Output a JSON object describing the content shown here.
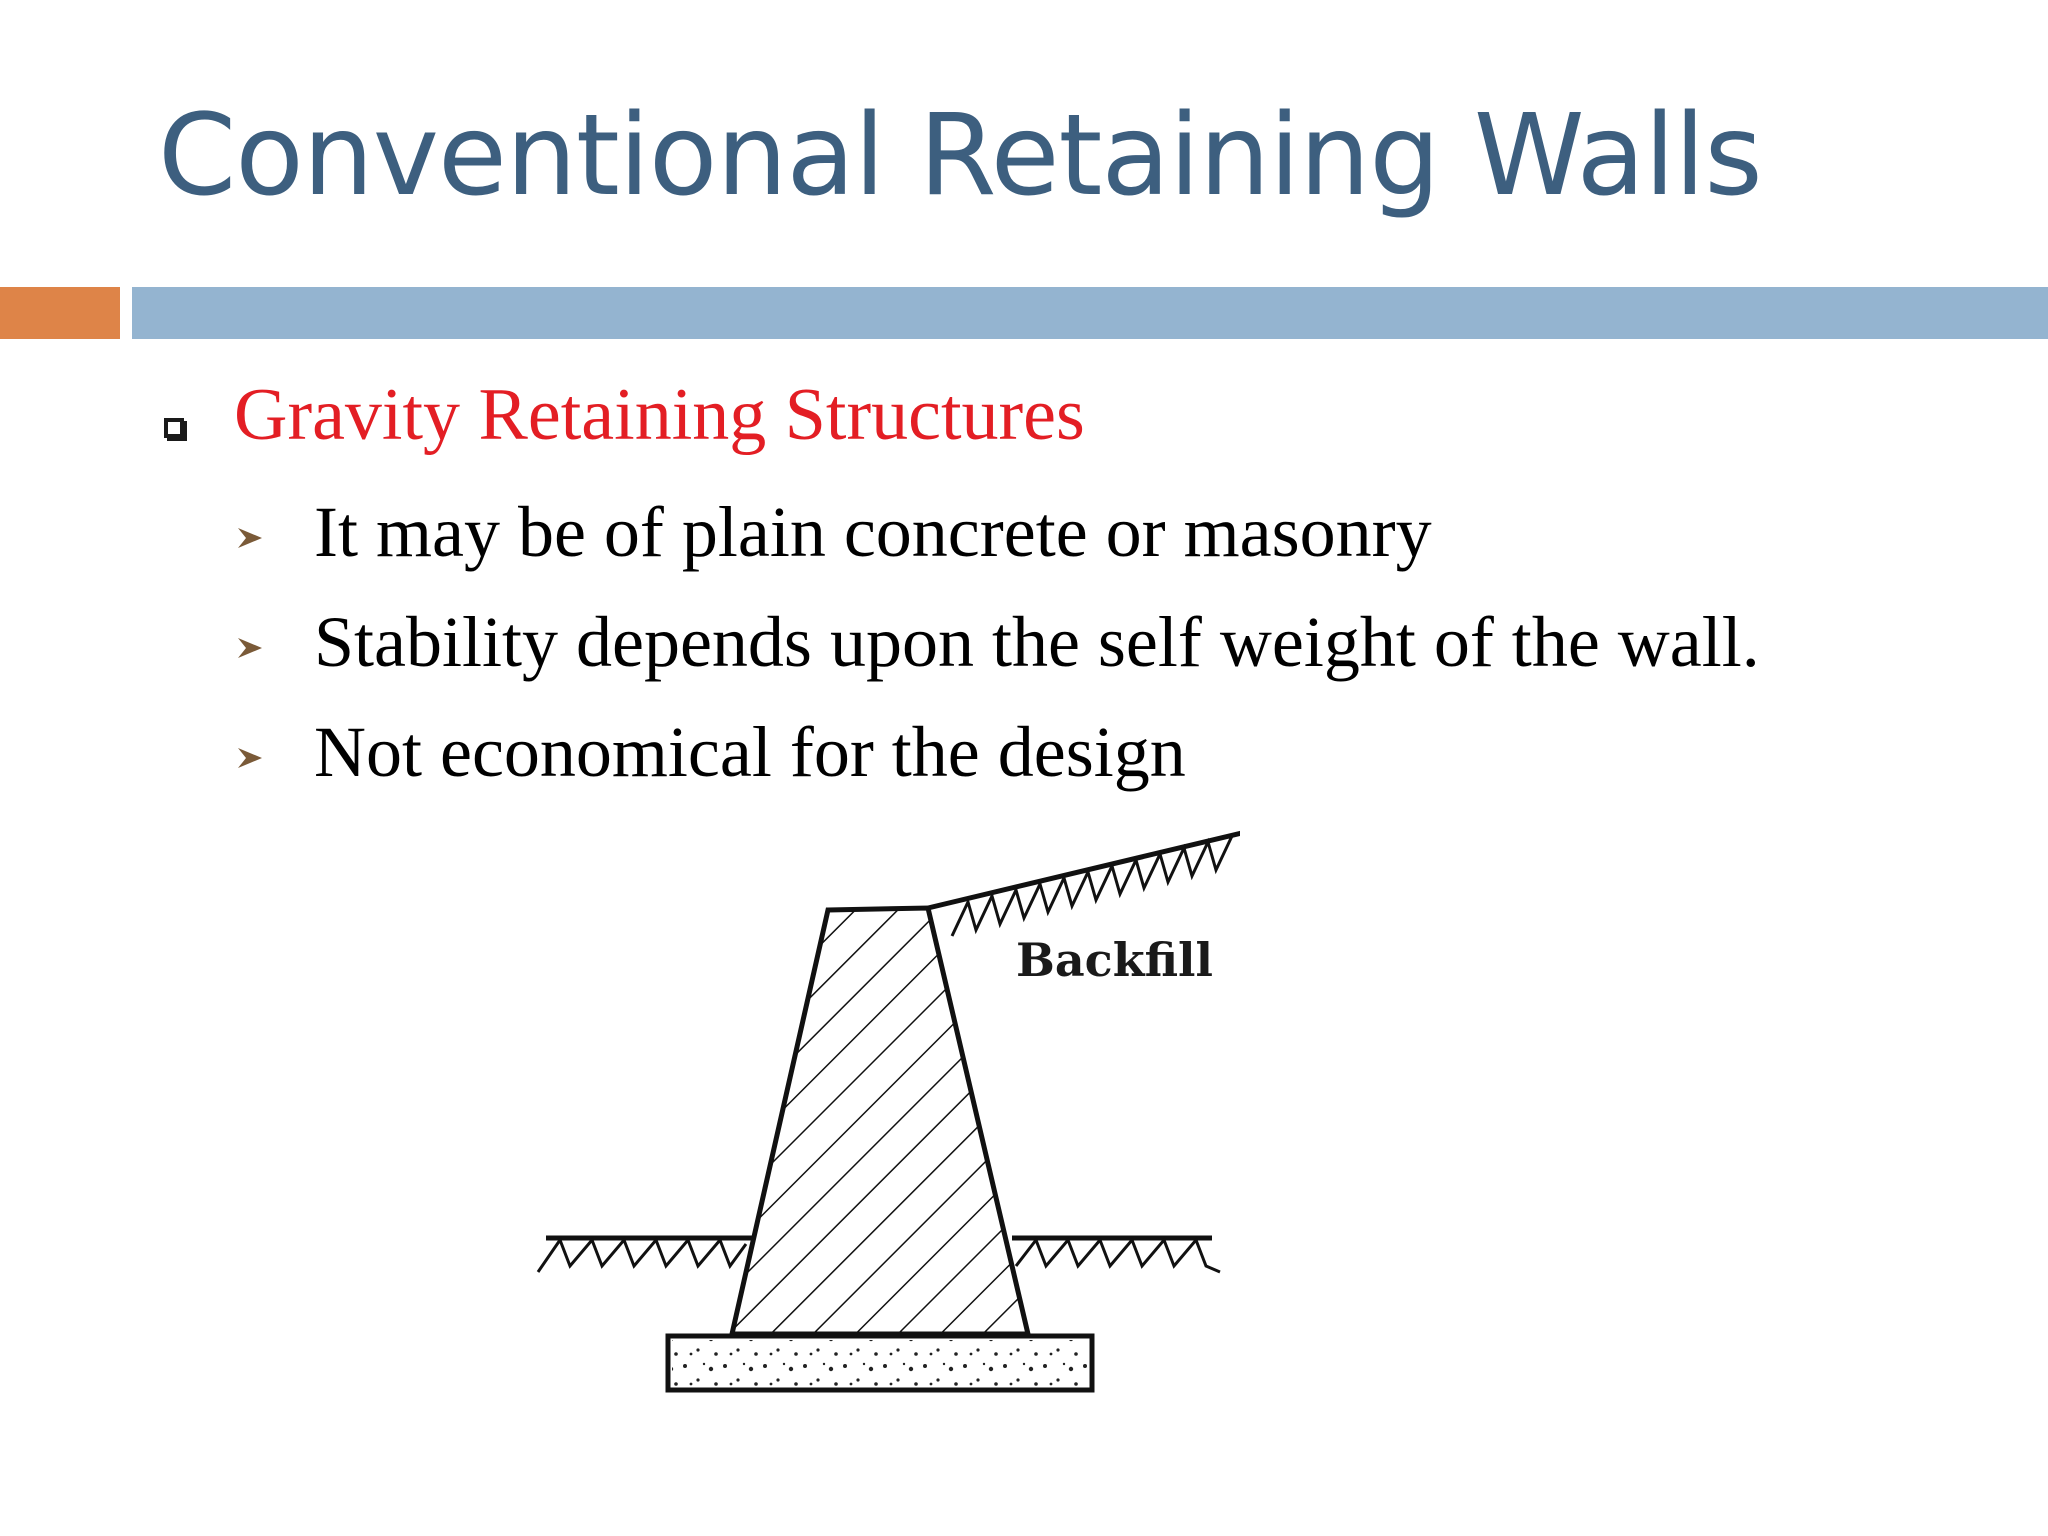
{
  "slide": {
    "title": "Conventional Retaining Walls",
    "heading": "Gravity Retaining Structures",
    "bullets": [
      "It may be of plain concrete or masonry",
      "Stability depends upon the self weight of the wall.",
      "Not economical for the design"
    ]
  },
  "figure": {
    "label": "Backfill"
  },
  "icons": {
    "level1_bullet": "square-bullet-icon",
    "level2_bullet": "arrowhead-bullet-icon"
  },
  "colors": {
    "title": "#3d5f7f",
    "heading": "#e31e24",
    "accent_bar": "#de8448",
    "main_bar": "#94b4d0",
    "bullet_arrow": "#7a5a38"
  }
}
